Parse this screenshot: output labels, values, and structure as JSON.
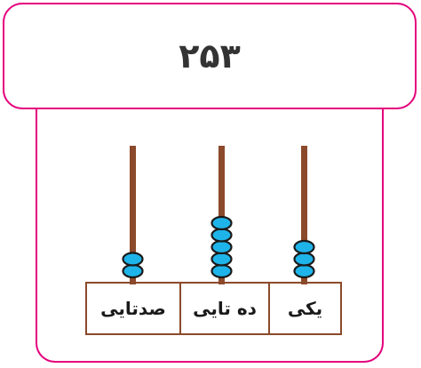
{
  "number": "۲۵۳",
  "rods": [
    {
      "label": "صدتایی",
      "beads": 2
    },
    {
      "label": "ده تایی",
      "beads": 5
    },
    {
      "label": "یکی",
      "beads": 3
    }
  ],
  "colors": {
    "frame": "#e4007c",
    "rod": "#8b4a2b",
    "bead_fill": "#1eb4ea",
    "bead_stroke": "#1a1a1a",
    "base_stroke": "#8b4a2b"
  }
}
